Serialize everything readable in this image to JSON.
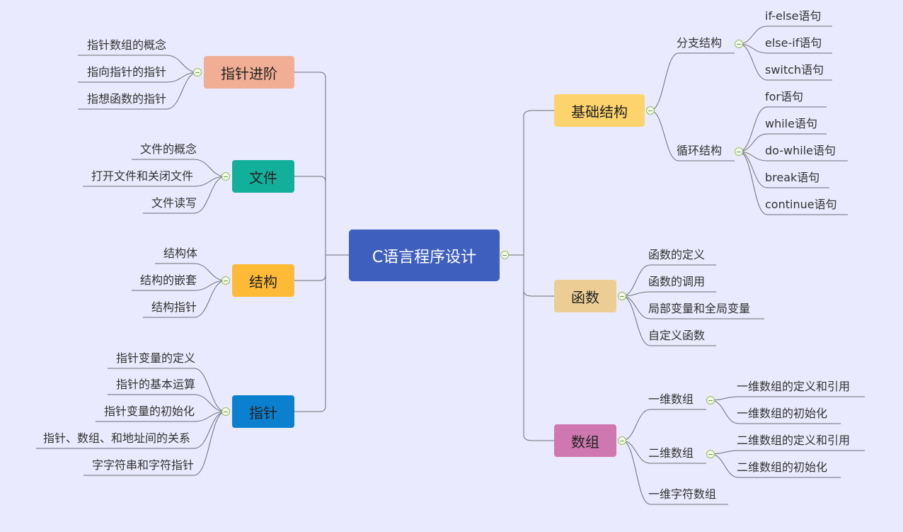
{
  "root": {
    "label": "C语言程序设计",
    "color": "#3f5fbf"
  },
  "left": [
    {
      "label": "指针进阶",
      "color": "#f1ae94",
      "items": [
        "指针数组的概念",
        "指向指针的指针",
        "指想函数的指针"
      ]
    },
    {
      "label": "文件",
      "color": "#12b09b",
      "items": [
        "文件的概念",
        "打开文件和关闭文件",
        "文件读写"
      ]
    },
    {
      "label": "结构",
      "color": "#fdba36",
      "items": [
        "结构体",
        "结构的嵌套",
        "结构指针"
      ]
    },
    {
      "label": "指针",
      "color": "#0b80cf",
      "items": [
        "指针变量的定义",
        "指针的基本运算",
        "指针变量的初始化",
        "指针、数组、和地址间的关系",
        "字字符串和字符指针"
      ]
    }
  ],
  "right": [
    {
      "label": "基础结构",
      "color": "#fdd46c",
      "groups": [
        {
          "label": "分支结构",
          "items": [
            "if-else语句",
            "else-if语句",
            "switch语句"
          ]
        },
        {
          "label": "循环结构",
          "items": [
            "for语句",
            "while语句",
            "do-while语句",
            "break语句",
            "continue语句"
          ]
        }
      ]
    },
    {
      "label": "函数",
      "color": "#ecce95",
      "items": [
        "函数的定义",
        "函数的调用",
        "局部变量和全局变量",
        "自定义函数"
      ]
    },
    {
      "label": "数组",
      "color": "#cf78b0",
      "groups": [
        {
          "label": "一维数组",
          "items": [
            "一维数组的定义和引用",
            "一维数组的初始化"
          ]
        },
        {
          "label": "二维数组",
          "items": [
            "二维数组的定义和引用",
            "二维数组的初始化"
          ]
        }
      ],
      "items": [
        "一维字符数组"
      ]
    }
  ]
}
